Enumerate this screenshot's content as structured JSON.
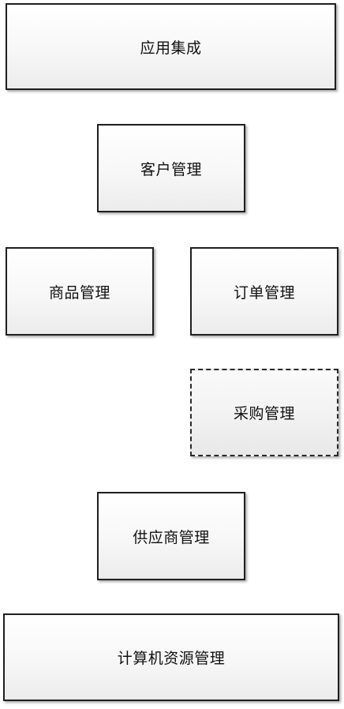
{
  "diagram": {
    "boxes": {
      "app_integration": "应用集成",
      "customer_management": "客户管理",
      "product_management": "商品管理",
      "order_management": "订单管理",
      "purchase_management": "采购管理",
      "supplier_management": "供应商管理",
      "computer_resource_management": "计算机资源管理"
    }
  }
}
